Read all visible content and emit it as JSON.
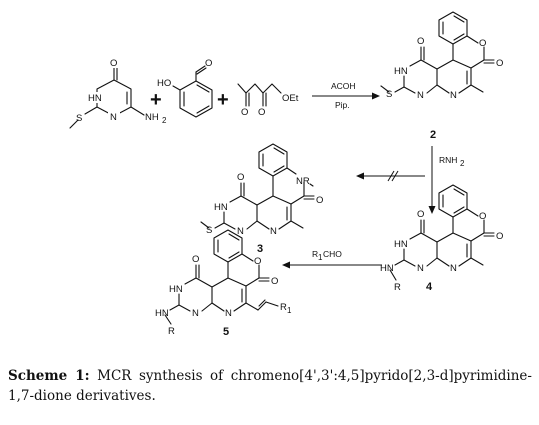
{
  "figure": {
    "atom_labels": {
      "O": "O",
      "HN": "HN",
      "N": "N",
      "NH2": "NH",
      "two": "2",
      "HO": "HO",
      "OEt": "OEt",
      "S": "S",
      "NR": "NR",
      "R": "R",
      "R1": "R"
    },
    "reagents": {
      "acoh": "ACOH",
      "pip": "Pip.",
      "rnh2": "RNH",
      "r1cho": "R",
      "r1cho_rest": "CHO",
      "sub1": "1",
      "sub2": "2"
    },
    "compound_numbers": {
      "c2": "2",
      "c3": "3",
      "c4": "4",
      "c5": "5"
    },
    "plus": "+"
  },
  "caption": {
    "label": "Scheme 1:",
    "text": " MCR synthesis of chromeno[4',3':4,5]pyrido[2,3-d]pyrimidine-1,7-dione derivatives."
  }
}
